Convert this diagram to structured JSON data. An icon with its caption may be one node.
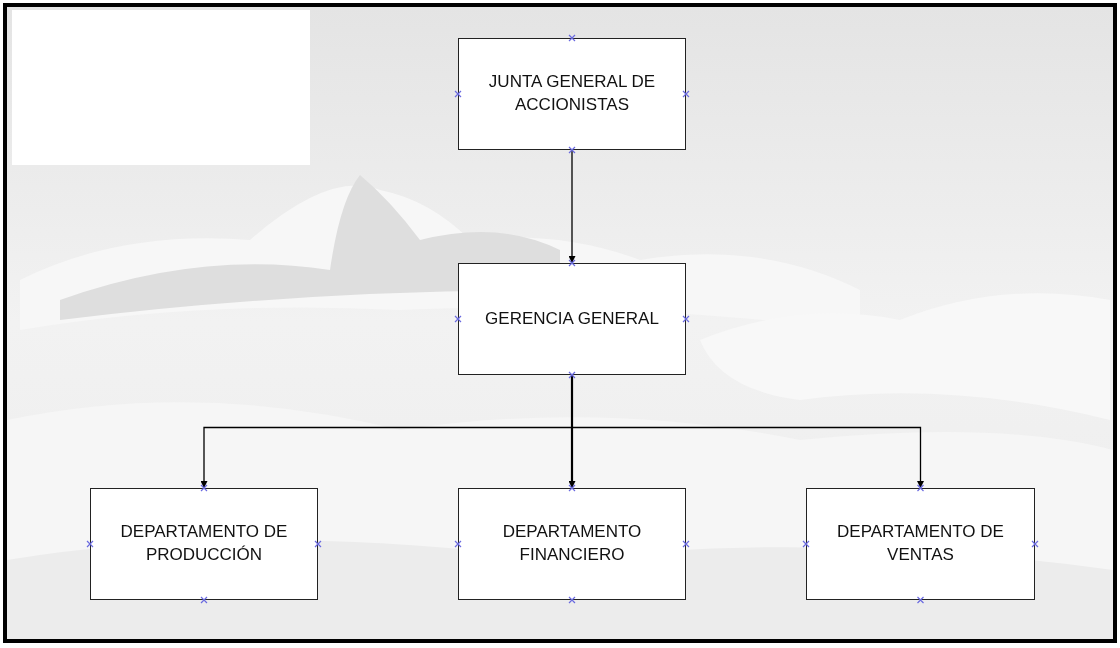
{
  "diagram": {
    "nodes": [
      {
        "text": [
          "JUNTA GENERAL DE ACCIONISTAS"
        ]
      },
      {
        "text": [
          "GERENCIA GENERAL"
        ]
      },
      {
        "text": [
          "DEPARTAMENTO DE PRODUCCIÓN"
        ]
      },
      {
        "text": [
          "DEPARTAMENTO FINANCIERO"
        ]
      },
      {
        "text": [
          "DEPARTAMENTO DE VENTAS"
        ]
      }
    ],
    "edges": [
      {
        "from": 0,
        "to": 1,
        "arrow": "to"
      },
      {
        "from": 1,
        "to": 2,
        "arrow": "to"
      },
      {
        "from": 1,
        "to": 3,
        "arrow": "to"
      },
      {
        "from": 1,
        "to": 4,
        "arrow": "to"
      }
    ]
  }
}
